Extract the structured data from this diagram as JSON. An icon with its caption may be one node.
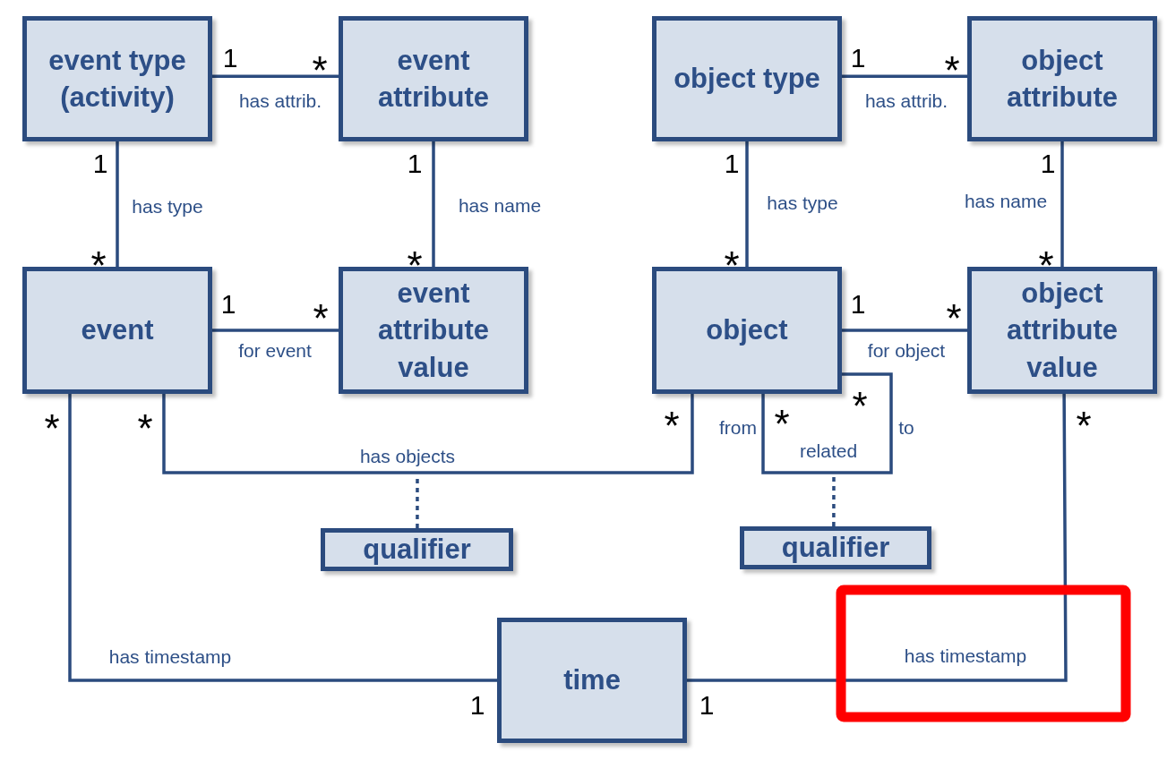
{
  "diagram": {
    "nodes": [
      {
        "text": [
          "event type (activity)"
        ]
      },
      {
        "text": [
          "event attribute"
        ]
      },
      {
        "text": [
          "object type"
        ]
      },
      {
        "text": [
          "object attribute"
        ]
      },
      {
        "text": [
          "event"
        ]
      },
      {
        "text": [
          "event attribute value"
        ]
      },
      {
        "text": [
          "object"
        ]
      },
      {
        "text": [
          "object attribute value"
        ]
      },
      {
        "text": [
          "qualifier"
        ]
      },
      {
        "text": [
          "qualifier"
        ]
      },
      {
        "text": [
          "time"
        ]
      }
    ],
    "edges": [
      {
        "from": 0,
        "to": 1,
        "arrow": "none",
        "label": "has attrib."
      },
      {
        "from": 2,
        "to": 3,
        "arrow": "none",
        "label": "has attrib."
      },
      {
        "from": 0,
        "to": 4,
        "arrow": "none",
        "label": "has type"
      },
      {
        "from": 1,
        "to": 5,
        "arrow": "none",
        "label": "has name"
      },
      {
        "from": 2,
        "to": 6,
        "arrow": "none",
        "label": "has type"
      },
      {
        "from": 3,
        "to": 7,
        "arrow": "none",
        "label": "has name"
      },
      {
        "from": 4,
        "to": 5,
        "arrow": "none",
        "label": "for event"
      },
      {
        "from": 6,
        "to": 7,
        "arrow": "none",
        "label": "for object"
      },
      {
        "from": 4,
        "to": 6,
        "arrow": "none",
        "label": "has objects"
      },
      {
        "from": 6,
        "to": 6,
        "arrow": "none",
        "label": "related"
      },
      {
        "from": 8,
        "to": null,
        "arrow": "none",
        "style": "dashed"
      },
      {
        "from": 9,
        "to": null,
        "arrow": "none",
        "style": "dashed"
      },
      {
        "from": 4,
        "to": 10,
        "arrow": "none",
        "label": "has timestamp"
      },
      {
        "from": 7,
        "to": 10,
        "arrow": "none",
        "label": "has timestamp"
      }
    ],
    "labels": [
      "1",
      "*",
      "1",
      "*",
      "1",
      "1",
      "1",
      "1",
      "*",
      "*",
      "*",
      "*",
      "1",
      "*",
      "1",
      "*",
      "*",
      "*",
      "*",
      "*",
      "*",
      "*",
      "from",
      "to",
      "1",
      "1"
    ]
  }
}
